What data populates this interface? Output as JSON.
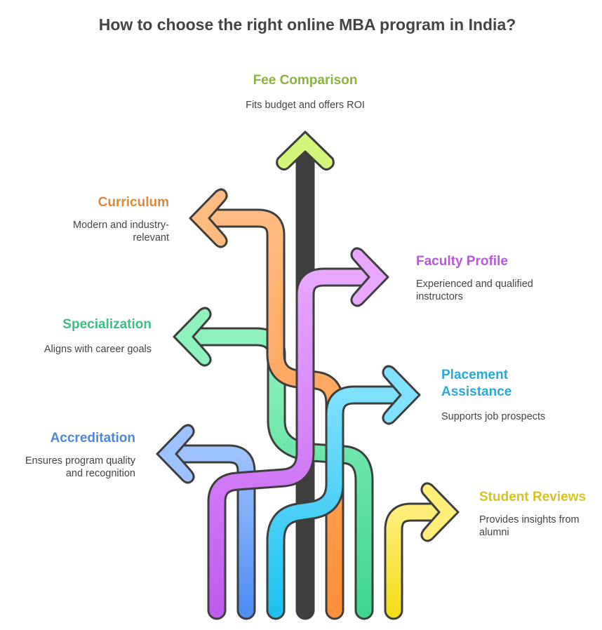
{
  "title": "How to choose the right online MBA program in India?",
  "items": [
    {
      "key": "fee",
      "label": "Fee Comparison",
      "desc": [
        "Fits budget and offers ROI"
      ],
      "color": "#8cb33d",
      "fill_top": "#d2f57a",
      "fill_bottom": "#a8d933",
      "side": "top"
    },
    {
      "key": "curriculum",
      "label": "Curriculum",
      "desc": [
        "Modern and industry-",
        "relevant"
      ],
      "color": "#dc8a3c",
      "fill_top": "#ffbb80",
      "fill_bottom": "#ff8f38",
      "side": "left"
    },
    {
      "key": "faculty",
      "label": "Faculty Profile",
      "desc": [
        "Experienced and qualified",
        "instructors"
      ],
      "color": "#b65ad9",
      "fill_top": "#e7a7ff",
      "fill_bottom": "#c05cf0",
      "side": "right"
    },
    {
      "key": "specialization",
      "label": "Specialization",
      "desc": [
        "Aligns with career goals"
      ],
      "color": "#3dbf81",
      "fill_top": "#8ff2bc",
      "fill_bottom": "#3fd78f",
      "side": "left"
    },
    {
      "key": "placement",
      "label": [
        "Placement",
        "Assistance"
      ],
      "desc": [
        "Supports job prospects"
      ],
      "color": "#2aa9d6",
      "fill_top": "#7fe0ff",
      "fill_bottom": "#1fc2ee",
      "side": "right"
    },
    {
      "key": "accreditation",
      "label": "Accreditation",
      "desc": [
        "Ensures program quality",
        "and recognition"
      ],
      "color": "#4f87d9",
      "fill_top": "#9ec2ff",
      "fill_bottom": "#4f8ef3",
      "side": "left"
    },
    {
      "key": "reviews",
      "label": "Student Reviews",
      "desc": [
        "Provides insights from",
        "alumni"
      ],
      "color": "#d6c322",
      "fill_top": "#ffef7a",
      "fill_bottom": "#f3de1c",
      "side": "right"
    }
  ]
}
